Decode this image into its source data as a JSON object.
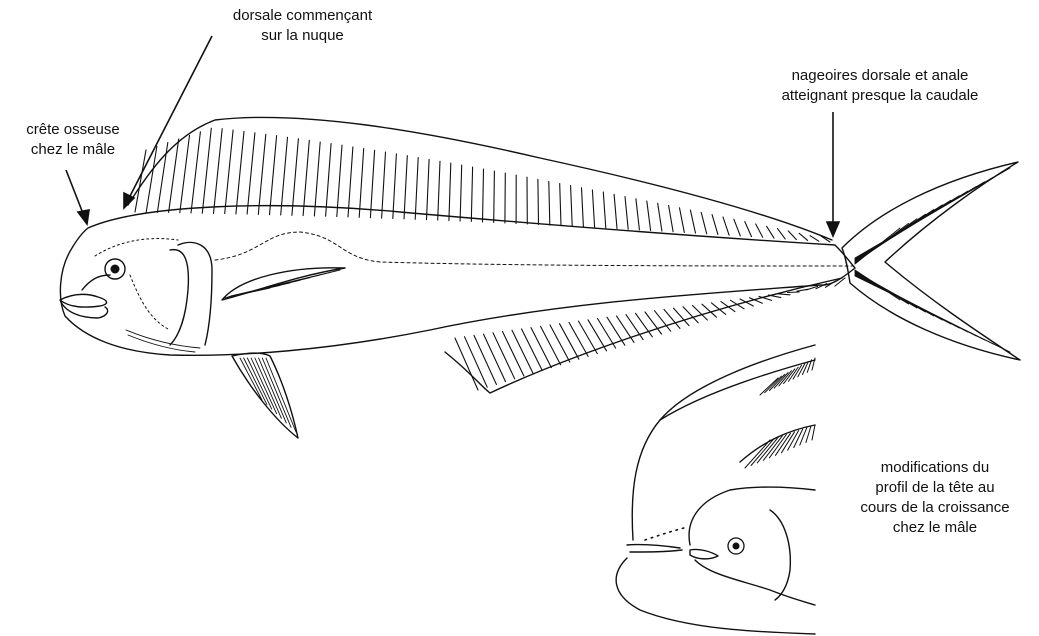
{
  "labels": {
    "dorsal_origin": {
      "line1": "dorsale commençant",
      "line2": "sur la nuque"
    },
    "male_crest": {
      "line1": "crête osseuse",
      "line2": "chez le mâle"
    },
    "fins_reach": {
      "line1": "nageoires dorsale et anale",
      "line2": "atteignant presque la caudale"
    },
    "head_profile": {
      "line1": "modifications du",
      "line2": "profil de la tête au",
      "line3": "cours de la croissance",
      "line4": "chez le mâle"
    }
  },
  "colors": {
    "ink": "#111111",
    "paper": "#ffffff"
  }
}
